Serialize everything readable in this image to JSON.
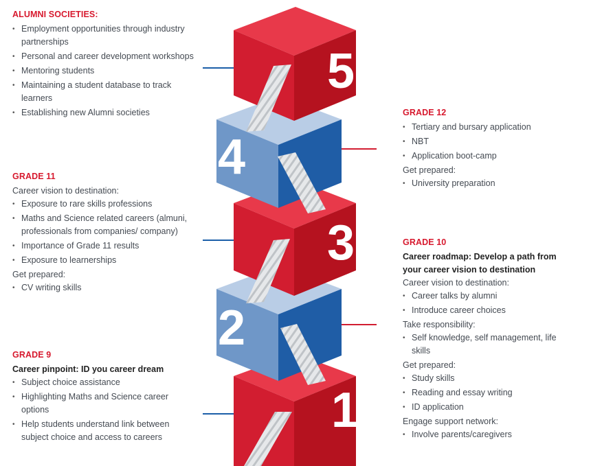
{
  "alumni": {
    "title": "ALUMNI SOCIETIES:",
    "items": [
      "Employment opportunities through industry partnerships",
      "Personal and career development workshops",
      "Mentoring students",
      "Maintaining a student database to track learners",
      "Establishing new Alumni societies"
    ]
  },
  "grade11": {
    "title": "GRADE 11",
    "intro": "Career vision to destination:",
    "items": [
      "Exposure to rare skills professions",
      "Maths and Science related careers (almuni, professionals from companies/ company)",
      "Importance of Grade 11 results",
      "Exposure to learnerships"
    ],
    "prep_label": "Get prepared:",
    "prep_items": [
      "CV writing skills"
    ]
  },
  "grade9": {
    "title": "GRADE 9",
    "subtitle": "Career pinpoint: ID you career dream",
    "items": [
      "Subject choice assistance",
      "Highlighting Maths and Science career options",
      "Help students understand link between subject choice and access to careers"
    ]
  },
  "grade12": {
    "title": "GRADE 12",
    "items": [
      "Tertiary and bursary application",
      "NBT",
      "Application boot-camp"
    ],
    "prep_label": "Get prepared:",
    "prep_items": [
      "University preparation"
    ]
  },
  "grade10": {
    "title": "GRADE 10",
    "subtitle": "Career roadmap: Develop a path from your career vision to destination",
    "intro": "Career vision to destination:",
    "vision_items": [
      "Career talks by alumni",
      "Introduce career choices"
    ],
    "resp_label": "Take responsibility:",
    "resp_items": [
      "Self knowledge, self management, life skills"
    ],
    "prep_label": "Get prepared:",
    "prep_items": [
      "Study skills",
      "Reading and essay writing",
      "ID application"
    ],
    "support_label": "Engage support network:",
    "support_items": [
      "Involve parents/caregivers"
    ]
  },
  "tower": {
    "numbers": [
      "1",
      "2",
      "3",
      "4",
      "5"
    ],
    "colors": {
      "red_top": "#e8394a",
      "red_face": "#d21d30",
      "red_dark": "#b5121f",
      "blue_top": "#b9cde6",
      "blue_face": "#6f97c8",
      "blue_dark": "#1f5da6",
      "connector_blue": "#1a5ea8",
      "connector_red": "#d21d30"
    }
  }
}
